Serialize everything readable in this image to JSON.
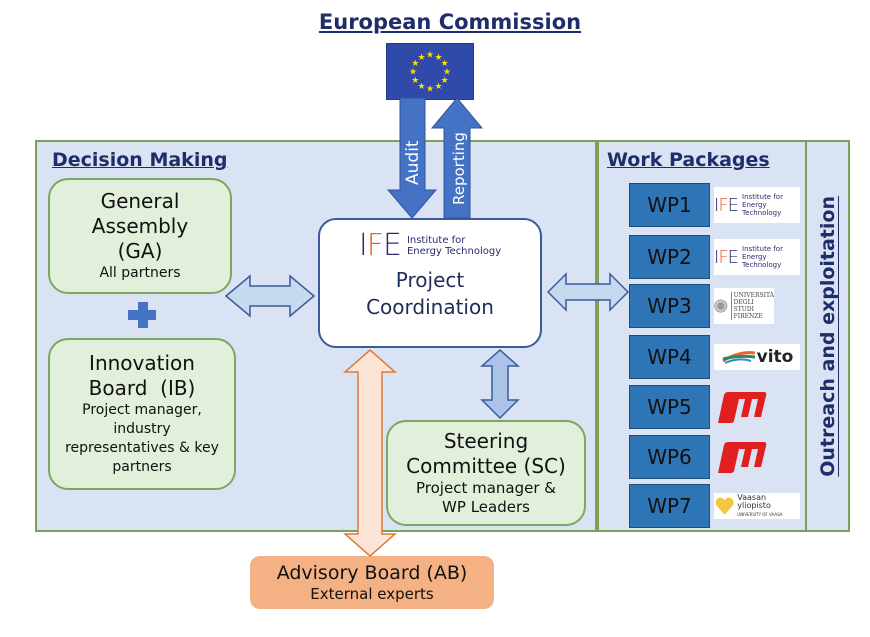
{
  "header": {
    "title": "European Commission",
    "flag_icon": "eu-flag-icon"
  },
  "arrows": {
    "audit_label": "Audit",
    "reporting_label": "Reporting"
  },
  "decision_making": {
    "title": "Decision Making",
    "general_assembly": {
      "line1": "General",
      "line2": "Assembly",
      "line3": "(GA)",
      "subtitle": "All partners"
    },
    "plus_icon": "plus-icon",
    "innovation_board": {
      "line1": "Innovation",
      "line2": "Board  (IB)",
      "sub1": "Project manager,",
      "sub2": "industry",
      "sub3": "representatives & key",
      "sub4": "partners"
    }
  },
  "project_coordination": {
    "logo_mark": "IFE",
    "logo_text1": "Institute for",
    "logo_text2": "Energy Technology",
    "line1": "Project",
    "line2": "Coordination"
  },
  "steering_committee": {
    "line1": "Steering",
    "line2": "Committee (SC)",
    "sub1": "Project manager &",
    "sub2": "WP Leaders"
  },
  "advisory_board": {
    "title": "Advisory Board (AB)",
    "subtitle": "External experts"
  },
  "work_packages": {
    "title": "Work Packages",
    "items": [
      {
        "label": "WP1",
        "partner": "IFE",
        "logo_text1": "Institute for",
        "logo_text2": "Energy Technology"
      },
      {
        "label": "WP2",
        "partner": "IFE",
        "logo_text1": "Institute for",
        "logo_text2": "Energy Technology"
      },
      {
        "label": "WP3",
        "partner": "Università degli Studi Firenze",
        "logo_text1": "UNIVERSITÀ",
        "logo_text2": "DEGLI STUDI",
        "logo_text3": "FIRENZE"
      },
      {
        "label": "WP4",
        "partner": "VITO",
        "logo_text1": "vito"
      },
      {
        "label": "WP5",
        "partner": "red logo"
      },
      {
        "label": "WP6",
        "partner": "red logo"
      },
      {
        "label": "WP7",
        "partner": "Vaasan yliopisto",
        "logo_text1": "Vaasan yliopisto",
        "logo_text2": "UNIVERSITY OF VAASA"
      }
    ]
  },
  "outreach": {
    "title": "Outreach and exploitation"
  },
  "colors": {
    "panel_bg": "#dae3f3",
    "panel_border": "#7aa05a",
    "heading": "#1f2d6b",
    "green_box": "#e2efda",
    "wp_box": "#2e75b6",
    "advisory": "#f4b183",
    "arrow_blue": "#4472c4"
  }
}
